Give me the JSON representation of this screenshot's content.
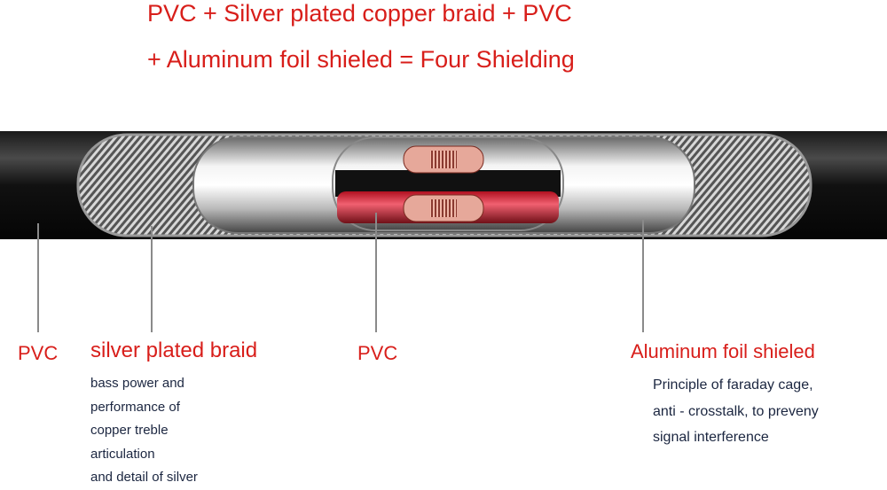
{
  "title": {
    "line1": "PVC + Silver plated copper braid +  PVC",
    "line2": "+ Aluminum foil shieled = Four Shielding"
  },
  "labels": {
    "outer_pvc": "PVC",
    "braid": "silver plated braid",
    "inner_pvc": "PVC",
    "foil": "Aluminum foil shieled"
  },
  "braid_description": [
    "bass power and",
    "performance of",
    "copper treble",
    "articulation",
    "and detail of silver"
  ],
  "foil_description": [
    "Principle of faraday cage,",
    "anti - crosstalk, to preveny",
    "signal interference"
  ],
  "colors": {
    "accent": "#d81e1a",
    "text": "#1b2640"
  }
}
